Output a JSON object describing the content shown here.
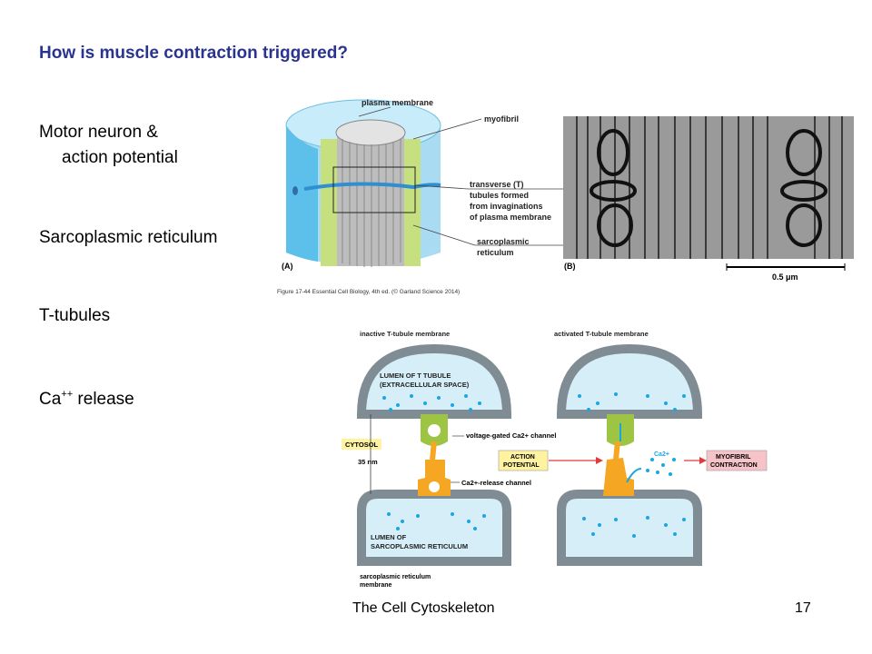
{
  "slide": {
    "title": "How is muscle contraction triggered?",
    "bullets": {
      "motor_line1": "Motor neuron &",
      "motor_line2": "action potential",
      "sr": "Sarcoplasmic reticulum",
      "tt": "T-tubules",
      "ca_base": "Ca",
      "ca_sup": "++",
      "ca_rest": " release"
    },
    "footer": {
      "center": "The Cell Cytoskeleton",
      "page": "17"
    }
  },
  "figure_top": {
    "plasma_membrane": "plasma membrane",
    "myofibril": "myofibril",
    "t_line1": "transverse (T)",
    "t_line2": "tubules formed",
    "t_line3": "from invaginations",
    "t_line4": "of plasma membrane",
    "sr_line1": "sarcoplasmic",
    "sr_line2": "reticulum",
    "panel_a": "(A)",
    "panel_b": "(B)",
    "scale": "0.5 μm",
    "caption": "Figure 17-44 Essential Cell Biology, 4th ed. (© Garland Science 2014)"
  },
  "figure_bottom": {
    "inactive": "inactive T-tubule membrane",
    "activated": "activated T-tubule membrane",
    "lumen_t1": "LUMEN OF T TUBULE",
    "lumen_t2": "(EXTRACELLULAR SPACE)",
    "cytosol": "CYTOSOL",
    "vg_channel": "voltage-gated Ca2+ channel",
    "distance": "35 nm",
    "ap1": "ACTION",
    "ap2": "POTENTIAL",
    "release_channel": "Ca2+-release channel",
    "ca": "Ca2+",
    "myo1": "MYOFIBRIL",
    "myo2": "CONTRACTION",
    "lumen_sr1": "LUMEN OF",
    "lumen_sr2": "SARCOPLASMIC RETICULUM",
    "srm1": "sarcoplasmic reticulum",
    "srm2": "membrane"
  },
  "colors": {
    "title": "#2a3490",
    "lumen": "#d6eef8",
    "membrane": "#7f8c94",
    "channel_green": "#9ec443",
    "channel_orange": "#f5a623",
    "ca_dot": "#1aa6e0",
    "arrow_red": "#e03a3a",
    "label_yellow": "#fff3a0",
    "label_pink": "#f6c4c8"
  }
}
